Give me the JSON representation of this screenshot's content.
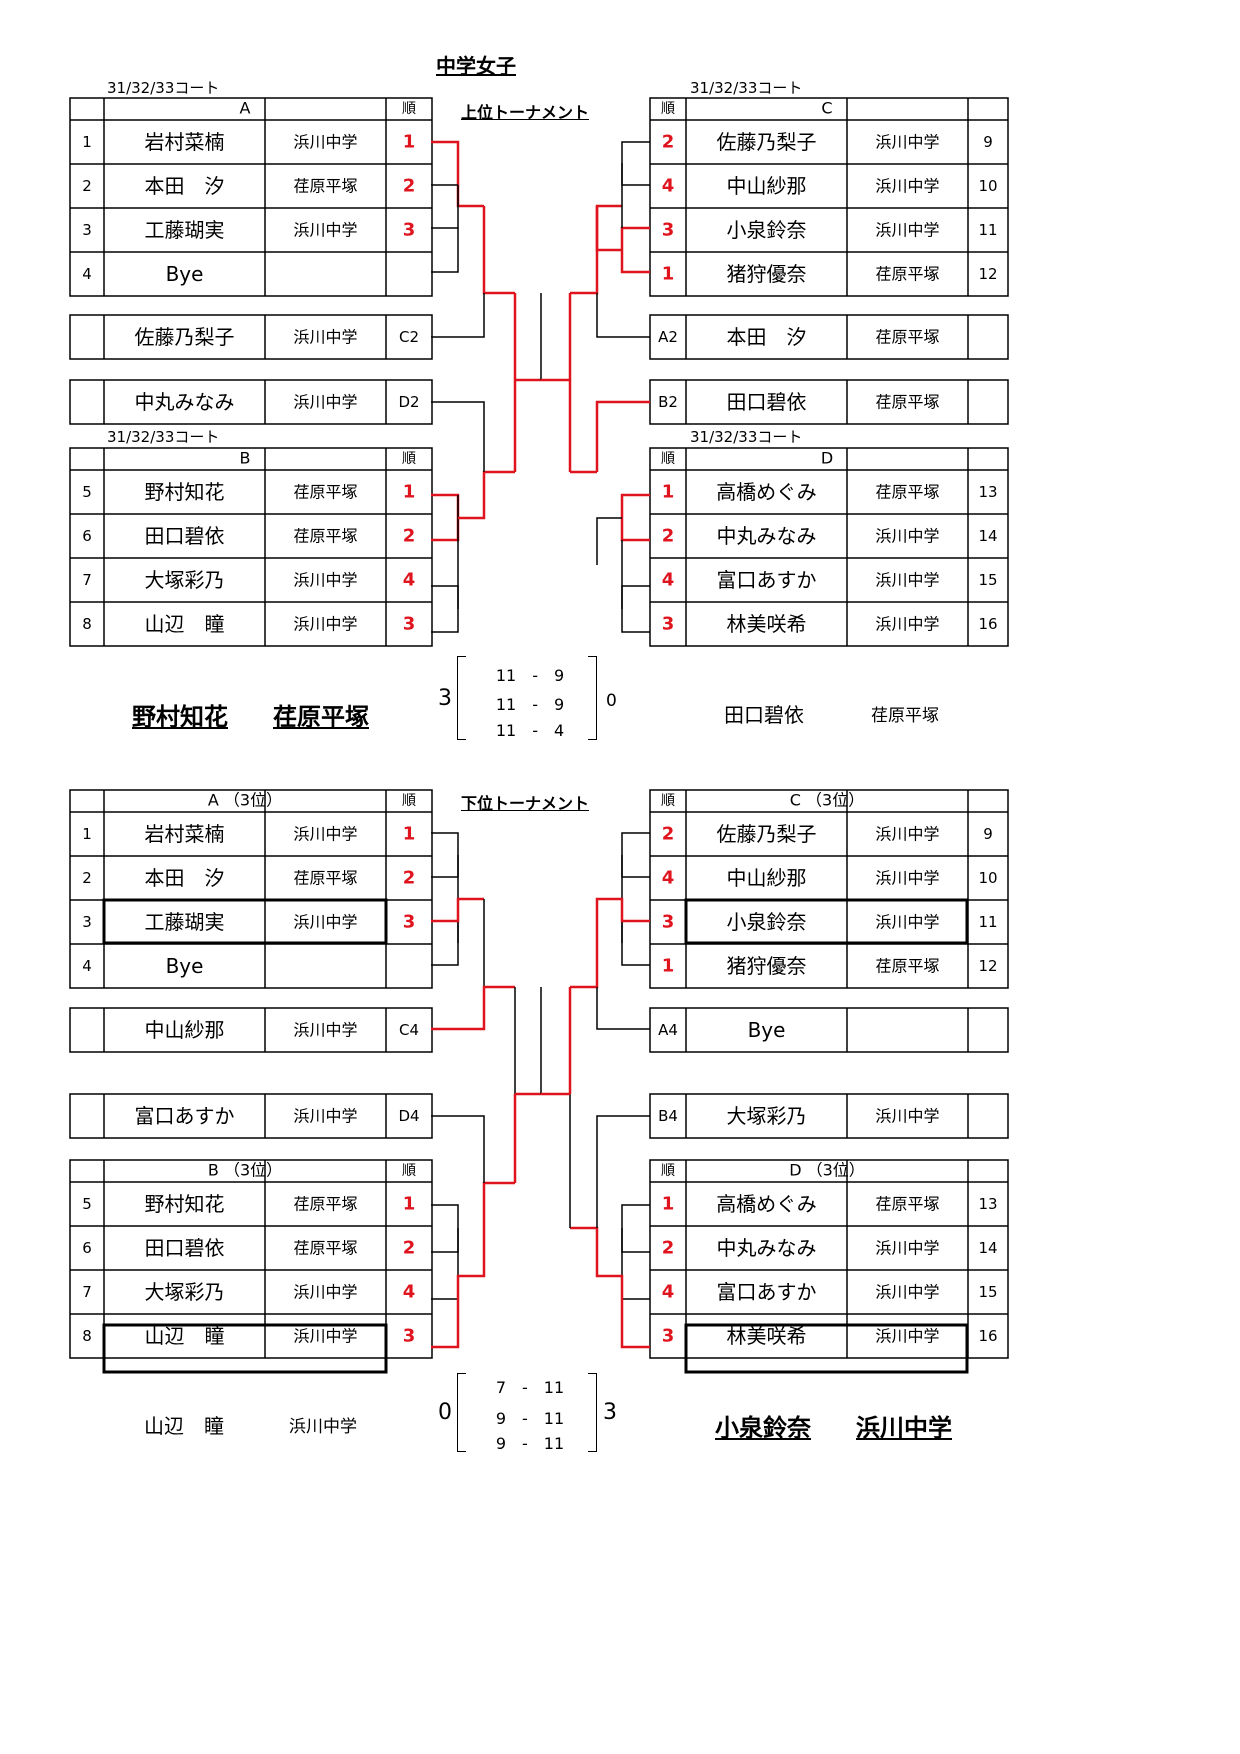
{
  "title": "中学女子",
  "upper": {
    "label": "上位トーナメント",
    "court": "31/32/33コート",
    "order_header": "順",
    "groups": {
      "A": {
        "name": "A",
        "rows": [
          {
            "no": "1",
            "name": "岩村菜楠",
            "school": "浜川中学",
            "rank": "1"
          },
          {
            "no": "2",
            "name": "本田　汐",
            "school": "荏原平塚",
            "rank": "2"
          },
          {
            "no": "3",
            "name": "工藤瑚実",
            "school": "浜川中学",
            "rank": "3"
          },
          {
            "no": "4",
            "name": "Bye",
            "school": "",
            "rank": ""
          }
        ]
      },
      "B": {
        "name": "B",
        "rows": [
          {
            "no": "5",
            "name": "野村知花",
            "school": "荏原平塚",
            "rank": "1"
          },
          {
            "no": "6",
            "name": "田口碧依",
            "school": "荏原平塚",
            "rank": "2"
          },
          {
            "no": "7",
            "name": "大塚彩乃",
            "school": "浜川中学",
            "rank": "4"
          },
          {
            "no": "8",
            "name": "山辺　瞳",
            "school": "浜川中学",
            "rank": "3"
          }
        ]
      },
      "C": {
        "name": "C",
        "rows": [
          {
            "no": "9",
            "name": "佐藤乃梨子",
            "school": "浜川中学",
            "rank": "2"
          },
          {
            "no": "10",
            "name": "中山紗那",
            "school": "浜川中学",
            "rank": "4"
          },
          {
            "no": "11",
            "name": "小泉鈴奈",
            "school": "浜川中学",
            "rank": "3"
          },
          {
            "no": "12",
            "name": "猪狩優奈",
            "school": "荏原平塚",
            "rank": "1"
          }
        ]
      },
      "D": {
        "name": "D",
        "rows": [
          {
            "no": "13",
            "name": "高橋めぐみ",
            "school": "荏原平塚",
            "rank": "1"
          },
          {
            "no": "14",
            "name": "中丸みなみ",
            "school": "浜川中学",
            "rank": "2"
          },
          {
            "no": "15",
            "name": "富口あすか",
            "school": "浜川中学",
            "rank": "4"
          },
          {
            "no": "16",
            "name": "林美咲希",
            "school": "浜川中学",
            "rank": "3"
          }
        ]
      }
    },
    "singles": {
      "left1": {
        "name": "佐藤乃梨子",
        "school": "浜川中学",
        "code": "C2"
      },
      "left2": {
        "name": "中丸みなみ",
        "school": "浜川中学",
        "code": "D2"
      },
      "right1": {
        "name": "本田　汐",
        "school": "荏原平塚",
        "code": "A2"
      },
      "right2": {
        "name": "田口碧依",
        "school": "荏原平塚",
        "code": "B2"
      }
    },
    "final": {
      "winner_name": "野村知花",
      "winner_school": "荏原平塚",
      "winner_sets": "3",
      "loser_name": "田口碧依",
      "loser_school": "荏原平塚",
      "loser_sets": "0",
      "scores": [
        {
          "a": "11",
          "b": "9"
        },
        {
          "a": "11",
          "b": "9"
        },
        {
          "a": "11",
          "b": "4"
        }
      ]
    }
  },
  "lower": {
    "label": "下位トーナメント",
    "order_header": "順",
    "groups": {
      "A": {
        "name": "A （3位）",
        "rows": [
          {
            "no": "1",
            "name": "岩村菜楠",
            "school": "浜川中学",
            "rank": "1"
          },
          {
            "no": "2",
            "name": "本田　汐",
            "school": "荏原平塚",
            "rank": "2"
          },
          {
            "no": "3",
            "name": "工藤瑚実",
            "school": "浜川中学",
            "rank": "3"
          },
          {
            "no": "4",
            "name": "Bye",
            "school": "",
            "rank": ""
          }
        ]
      },
      "B": {
        "name": "B （3位）",
        "rows": [
          {
            "no": "5",
            "name": "野村知花",
            "school": "荏原平塚",
            "rank": "1"
          },
          {
            "no": "6",
            "name": "田口碧依",
            "school": "荏原平塚",
            "rank": "2"
          },
          {
            "no": "7",
            "name": "大塚彩乃",
            "school": "浜川中学",
            "rank": "4"
          },
          {
            "no": "8",
            "name": "山辺　瞳",
            "school": "浜川中学",
            "rank": "3"
          }
        ]
      },
      "C": {
        "name": "C （3位）",
        "rows": [
          {
            "no": "9",
            "name": "佐藤乃梨子",
            "school": "浜川中学",
            "rank": "2"
          },
          {
            "no": "10",
            "name": "中山紗那",
            "school": "浜川中学",
            "rank": "4"
          },
          {
            "no": "11",
            "name": "小泉鈴奈",
            "school": "浜川中学",
            "rank": "3"
          },
          {
            "no": "12",
            "name": "猪狩優奈",
            "school": "荏原平塚",
            "rank": "1"
          }
        ]
      },
      "D": {
        "name": "D （3位）",
        "rows": [
          {
            "no": "13",
            "name": "高橋めぐみ",
            "school": "荏原平塚",
            "rank": "1"
          },
          {
            "no": "14",
            "name": "中丸みなみ",
            "school": "浜川中学",
            "rank": "2"
          },
          {
            "no": "15",
            "name": "富口あすか",
            "school": "浜川中学",
            "rank": "4"
          },
          {
            "no": "16",
            "name": "林美咲希",
            "school": "浜川中学",
            "rank": "3"
          }
        ]
      }
    },
    "singles": {
      "left1": {
        "name": "中山紗那",
        "school": "浜川中学",
        "code": "C4"
      },
      "left2": {
        "name": "富口あすか",
        "school": "浜川中学",
        "code": "D4"
      },
      "right1": {
        "name": "Bye",
        "school": "",
        "code": "A4"
      },
      "right2": {
        "name": "大塚彩乃",
        "school": "浜川中学",
        "code": "B4"
      }
    },
    "final": {
      "winner_name": "小泉鈴奈",
      "winner_school": "浜川中学",
      "winner_sets": "3",
      "loser_name": "山辺　瞳",
      "loser_school": "浜川中学",
      "loser_sets": "0",
      "scores": [
        {
          "a": "7",
          "b": "11"
        },
        {
          "a": "9",
          "b": "11"
        },
        {
          "a": "9",
          "b": "11"
        }
      ]
    }
  },
  "colors": {
    "win_line": "#e0141e",
    "rank_text": "#e0141e",
    "line": "#000000"
  }
}
